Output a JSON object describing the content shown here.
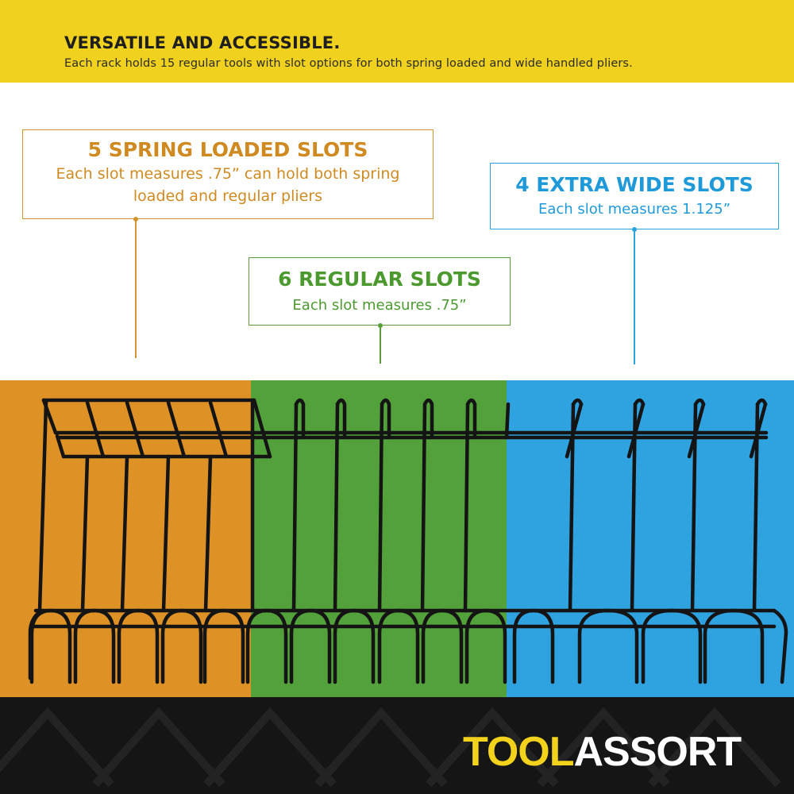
{
  "banner": {
    "title": "VERSATILE AND ACCESSIBLE.",
    "subtitle": "Each rack holds 15 regular tools with slot options for both spring loaded and wide handled pliers.",
    "color": "#f0d21e"
  },
  "callouts": {
    "spring": {
      "title": "5 SPRING LOADED SLOTS",
      "description": "Each slot measures .75” can hold both spring loaded and regular pliers",
      "color": "#cf8a21"
    },
    "wide": {
      "title": "4 EXTRA WIDE SLOTS",
      "description": "Each slot measures 1.125”",
      "color": "#1f9ad9"
    },
    "regular": {
      "title": "6 REGULAR SLOTS",
      "description": "Each slot measures .75”",
      "color": "#4c9a2f"
    }
  },
  "product": {
    "name": "plier-rack",
    "section_colors": {
      "spring": "#de9125",
      "regular": "#53a13a",
      "wide": "#2fa2e0"
    }
  },
  "footer": {
    "logo_part1": "TOOL",
    "logo_part2": "ASSORT",
    "logo_colors": {
      "part1": "#f2d21b",
      "part2": "#ffffff"
    }
  }
}
